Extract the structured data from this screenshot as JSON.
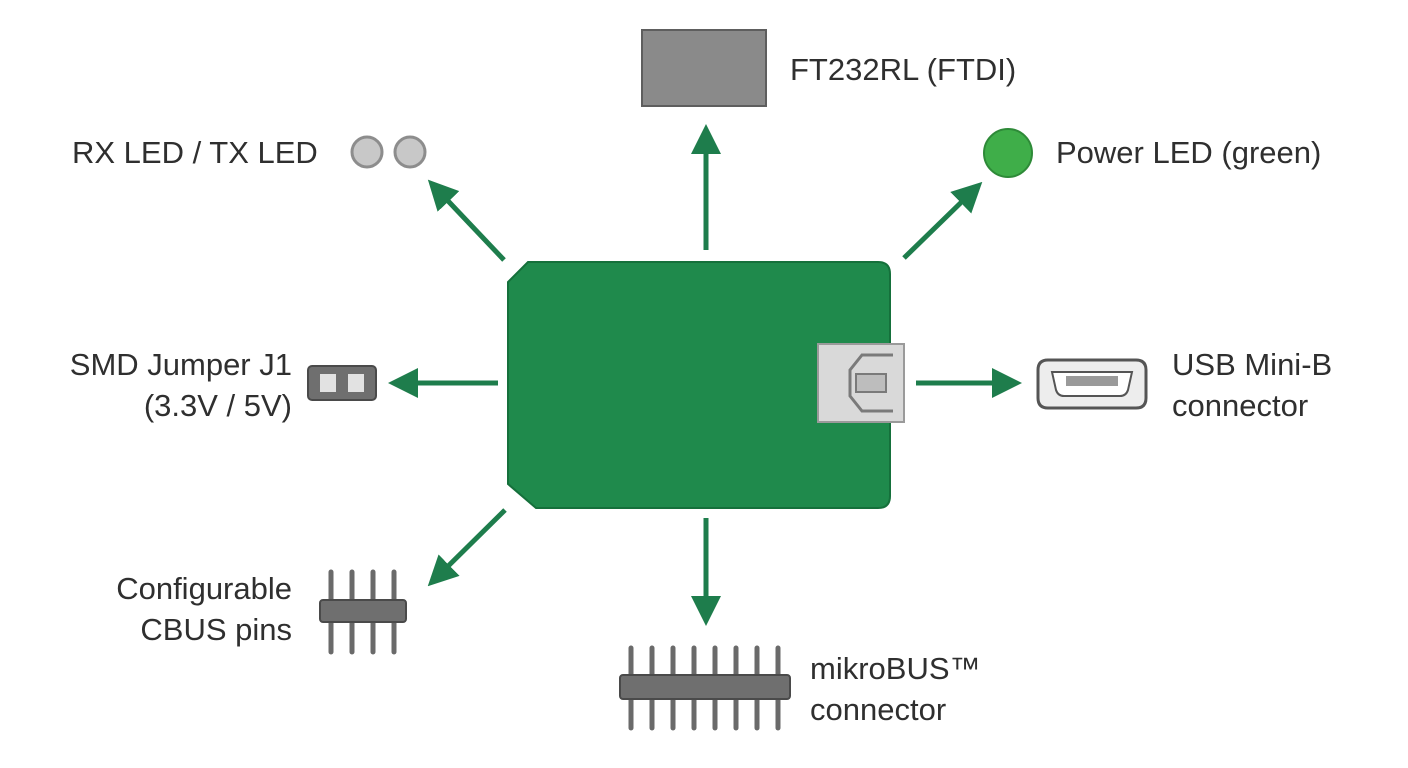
{
  "colors": {
    "board": "#1f8a4c",
    "board_edge": "#15703b",
    "arrow": "#1e7d4c",
    "component_gray": "#8a8a8a",
    "led_gray": "#c8c8c8",
    "power_led": "#3fae49",
    "metal": "#d9d9d9"
  },
  "icons": {
    "chip": "ft232rl-chip-icon",
    "rx_tx": "rx-tx-led-icon",
    "power": "power-led-icon",
    "jumper": "smd-jumper-icon",
    "usb": "usb-mini-b-icon",
    "cbus": "cbus-pin-header-icon",
    "mikrobus": "mikrobus-header-icon"
  },
  "labels": {
    "ft232rl": "FT232RL (FTDI)",
    "rx_tx_led": "RX LED / TX LED",
    "power_led": "Power LED (green)",
    "smd_jumper_line1": "SMD Jumper J1",
    "smd_jumper_line2": "(3.3V / 5V)",
    "usb_line1": "USB Mini-B",
    "usb_line2": "connector",
    "cbus_line1": "Configurable",
    "cbus_line2": "CBUS pins",
    "mikrobus_line1": "mikroBUS™",
    "mikrobus_line2": "connector"
  }
}
